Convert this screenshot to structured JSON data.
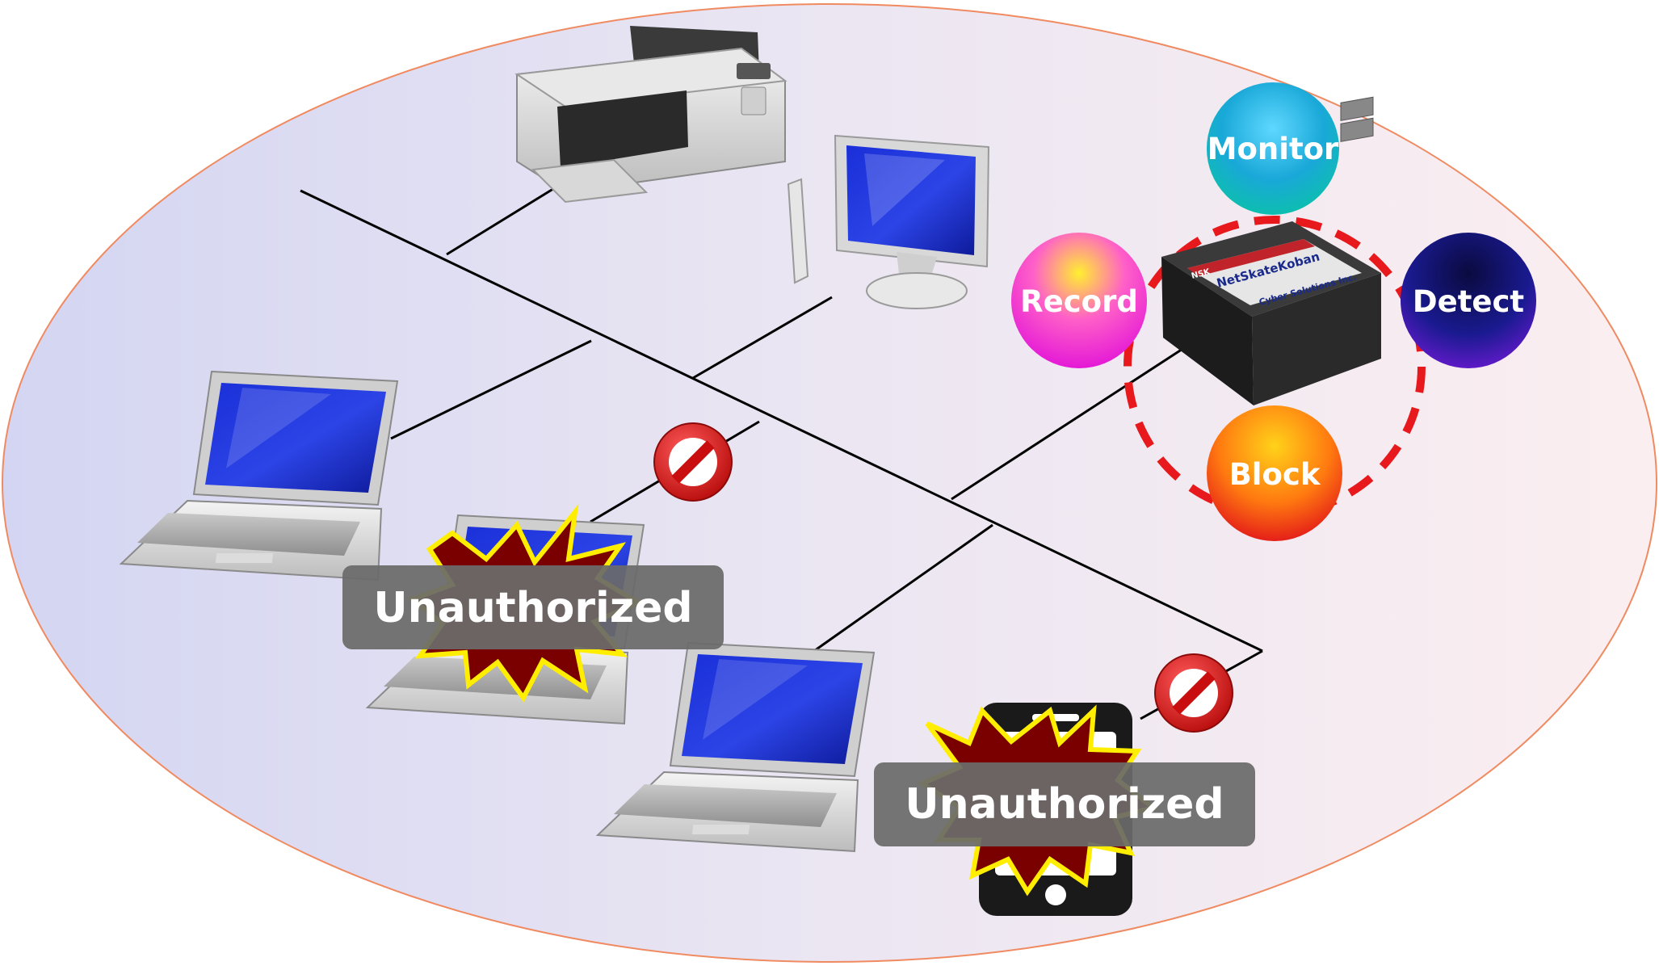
{
  "device": {
    "brand": "NetSkateKoban",
    "maker": "Cyber Solutions Inc.",
    "badge": "NSK"
  },
  "functions": {
    "monitor": "Monitor",
    "detect": "Detect",
    "block": "Block",
    "record": "Record"
  },
  "alerts": [
    {
      "label": "Unauthorized"
    },
    {
      "label": "Unauthorized"
    }
  ],
  "colors": {
    "ring": "#e8191c",
    "label_box": "#6b6b6b",
    "burst_fill": "#7a0000",
    "burst_edge": "#ffee00",
    "ellipse_edge": "#f08a60"
  }
}
